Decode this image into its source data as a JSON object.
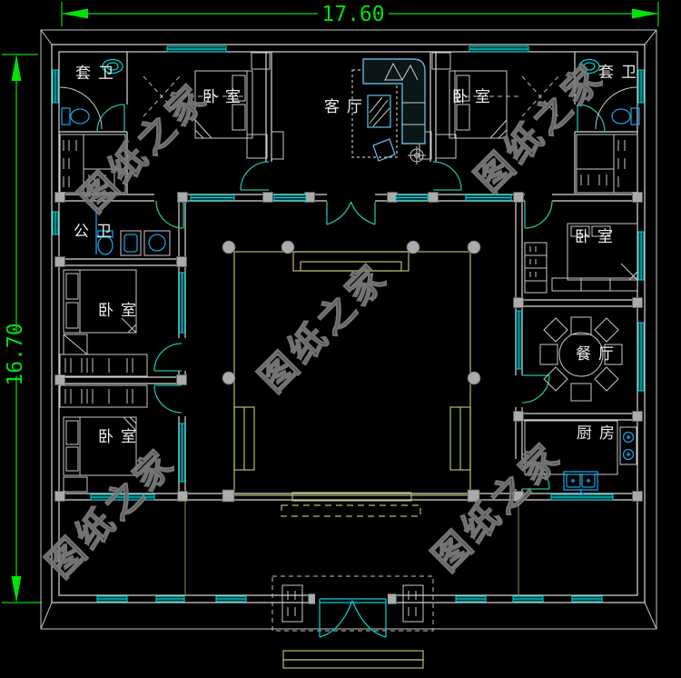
{
  "drawing": {
    "dimension_width": "17.60",
    "dimension_height": "16.70",
    "watermark_text": "图纸之家",
    "rooms": {
      "ensuite_bath_tl": "套卫",
      "ensuite_bath_tr": "套卫",
      "bedroom_tl": "卧室",
      "bedroom_tr": "卧室",
      "living_room": "客厅",
      "public_bath": "公卫",
      "bedroom_left_upper": "卧室",
      "bedroom_left_lower": "卧室",
      "bedroom_right": "卧室",
      "dining_room": "餐厅",
      "kitchen": "厨房"
    },
    "colors": {
      "background": "#000000",
      "wall": "#d9d9d9",
      "window_cyan": "#00d4d4",
      "door_teal": "#1fbfa8",
      "fixture_blue": "#1d9de0",
      "dimension_green": "#00e106",
      "courtyard_yellow": "#b9b96a",
      "post_gray": "#ababab",
      "watermark_gray": "#7d7d7d"
    }
  }
}
